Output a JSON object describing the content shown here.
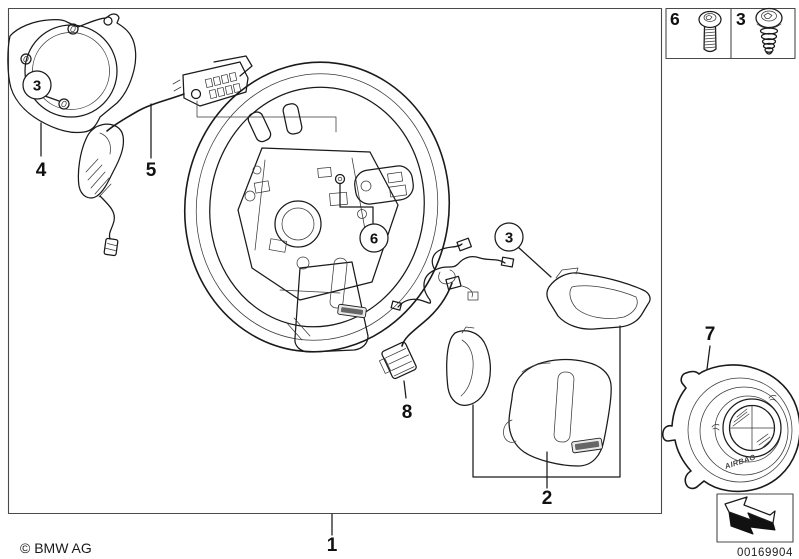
{
  "footer": {
    "copyright": "© BMW AG",
    "document_number": "00169904"
  },
  "legend": {
    "machine_screw": "6",
    "tapping_screw": "3"
  },
  "callouts": {
    "cover_screw": "3",
    "hub_screw": "6",
    "trim_screw": "3"
  },
  "parts": {
    "steering_wheel": "1",
    "trim_set": "2",
    "cover": "4",
    "switch_unit": "5",
    "airbag_module": "7",
    "connector": "8"
  },
  "airbag": {
    "brand_text": "AIRBAG"
  },
  "colors": {
    "line": "#1a1a1a",
    "background": "#ffffff"
  }
}
